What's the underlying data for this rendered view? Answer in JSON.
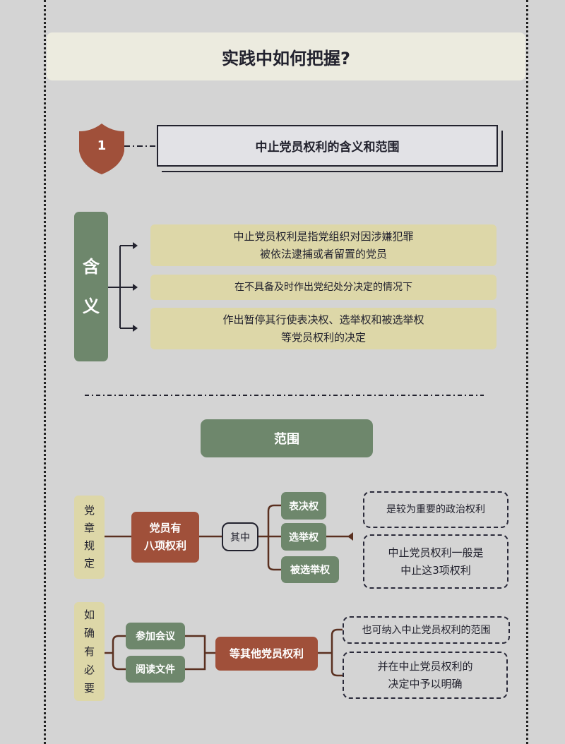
{
  "title": "实践中如何把握?",
  "section": {
    "number": "1",
    "title": "中止党员权利的含义和范围"
  },
  "meaning": {
    "label": [
      "含",
      "义"
    ],
    "items": [
      [
        "中止党员权利是指党组织对因涉嫌犯罪",
        "被依法逮捕或者留置的党员"
      ],
      [
        "在不具备及时作出党纪处分决定的情况下"
      ],
      [
        "作出暂停其行使表决权、选举权和被选举权",
        "等党员权利的决定"
      ]
    ]
  },
  "scope": {
    "label": "范围",
    "party_rules": {
      "label": [
        "党",
        "章",
        "规",
        "定"
      ],
      "main": [
        "党员有",
        "八项权利"
      ],
      "among": "其中",
      "rights": [
        "表决权",
        "选举权",
        "被选举权"
      ],
      "notes": [
        [
          "是较为重要的政治权利"
        ],
        [
          "中止党员权利一般是",
          "中止这3项权利"
        ]
      ]
    },
    "if_needed": {
      "label": [
        "如",
        "确",
        "有",
        "必",
        "要"
      ],
      "items": [
        "参加会议",
        "阅读文件"
      ],
      "main": "等其他党员权利",
      "notes": [
        [
          "也可纳入中止党员权利的范围"
        ],
        [
          "并在中止党员权利的",
          "决定中予以明确"
        ]
      ]
    }
  },
  "colors": {
    "shield": "#a0503a",
    "green": "#6e876c",
    "khaki": "#ddd7a8",
    "ink": "#22222e"
  }
}
